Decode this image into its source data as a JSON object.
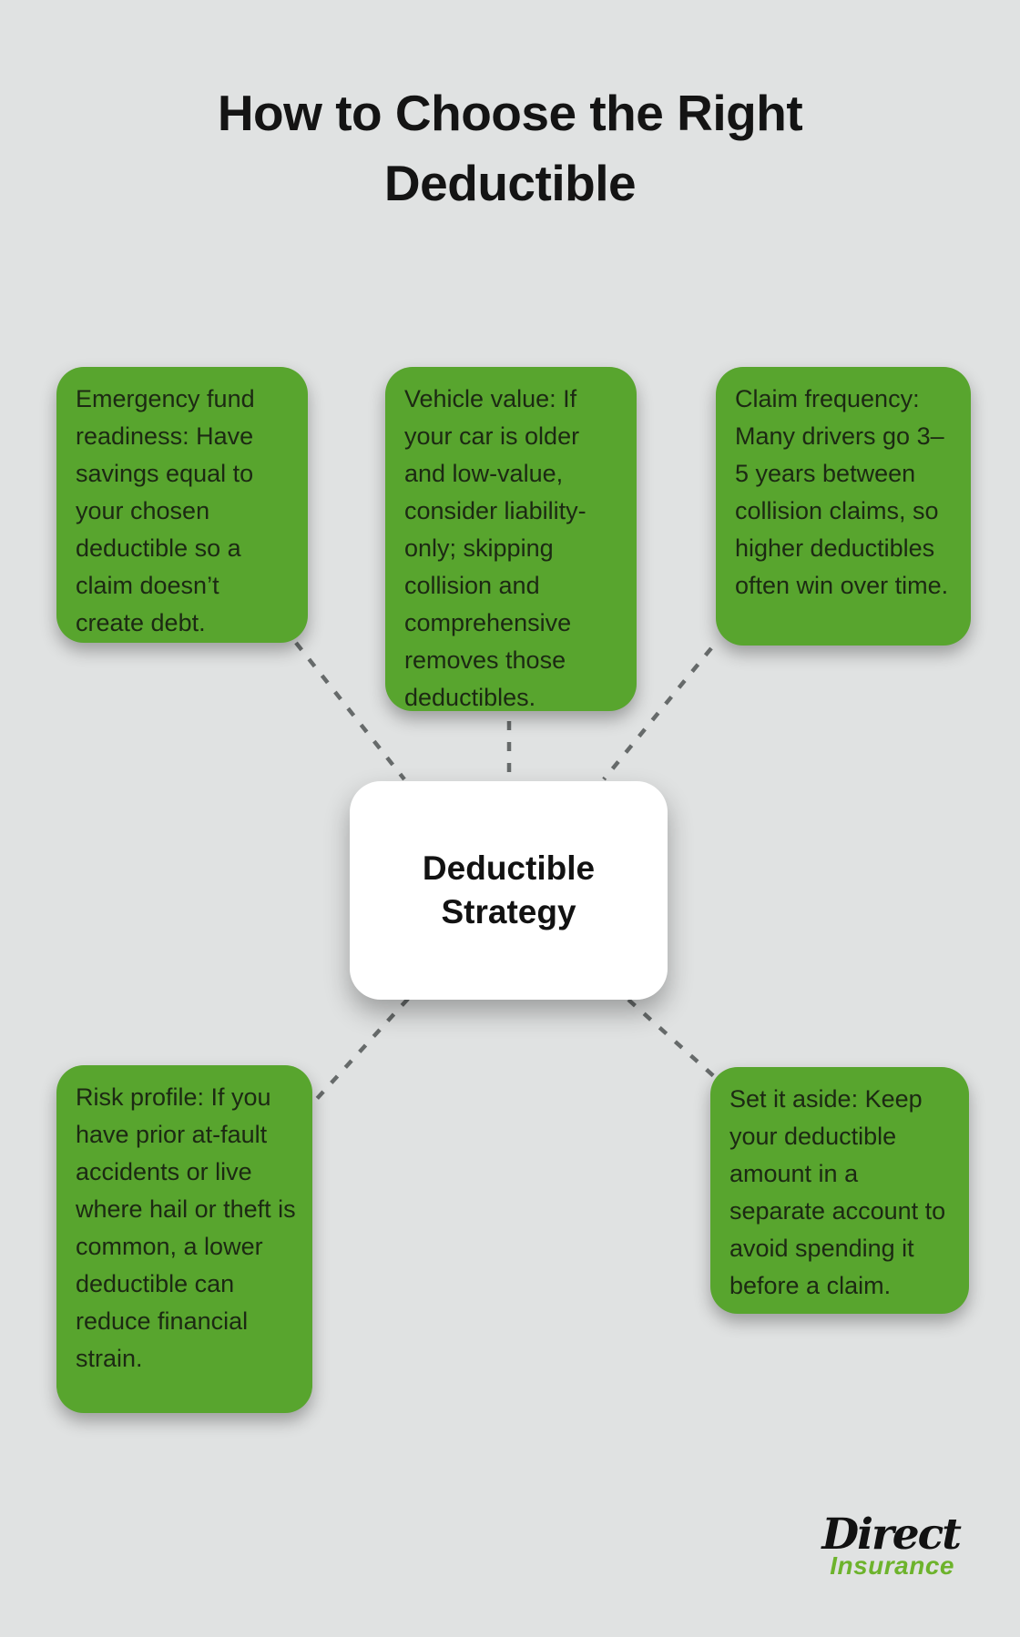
{
  "title": {
    "line1": "How to Choose the Right",
    "line2": "Deductible"
  },
  "center_node": {
    "label": "Deductible Strategy"
  },
  "nodes": [
    {
      "id": "emergency-fund-readiness",
      "text": "Emergency fund readiness: Have savings equal to your chosen deductible so a claim doesn’t create debt."
    },
    {
      "id": "vehicle-value",
      "text": "Vehicle value: If your car is older and low-value, consider liability-only; skipping collision and comprehensive removes those deductibles."
    },
    {
      "id": "claim-frequency",
      "text": "Claim frequency: Many drivers go 3–5 years between collision claims, so higher deductibles often win over time."
    },
    {
      "id": "risk-profile",
      "text": "Risk profile: If you have prior at-fault accidents or live where hail or theft is common, a lower deductible can reduce financial strain."
    },
    {
      "id": "set-it-aside",
      "text": "Set it aside: Keep your deductible amount in a separate account to avoid spending it before a claim."
    }
  ],
  "logo": {
    "primary": "Direct",
    "secondary": "Insurance"
  },
  "colors": {
    "background": "#e0e2e2",
    "node_green": "#58a52e",
    "node_text": "#1c2913",
    "center_node_background": "#ffffff",
    "connector_gray": "#666a6a",
    "title_text": "#141414",
    "logo_primary": "#121212",
    "logo_secondary": "#6db32c"
  }
}
